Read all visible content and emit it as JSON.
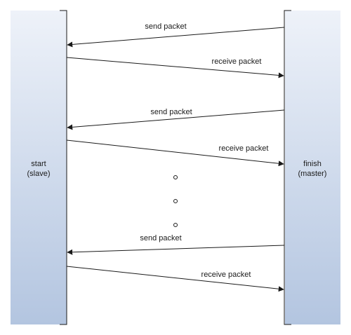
{
  "left_party": {
    "line1": "start",
    "line2": "(slave)"
  },
  "right_party": {
    "line1": "finish",
    "line2": "(master)"
  },
  "messages": [
    {
      "label": "send packet",
      "direction": "right-to-left"
    },
    {
      "label": "receive packet",
      "direction": "left-to-right"
    },
    {
      "label": "send packet",
      "direction": "right-to-left"
    },
    {
      "label": "receive packet",
      "direction": "left-to-right"
    },
    {
      "label": "send packet",
      "direction": "right-to-left"
    },
    {
      "label": "receive packet",
      "direction": "left-to-right"
    }
  ],
  "ellipsis_dots": 3,
  "colors": {
    "panel_top": "#eef2f9",
    "panel_bottom": "#b3c5e0",
    "line": "#1a1a1a"
  }
}
